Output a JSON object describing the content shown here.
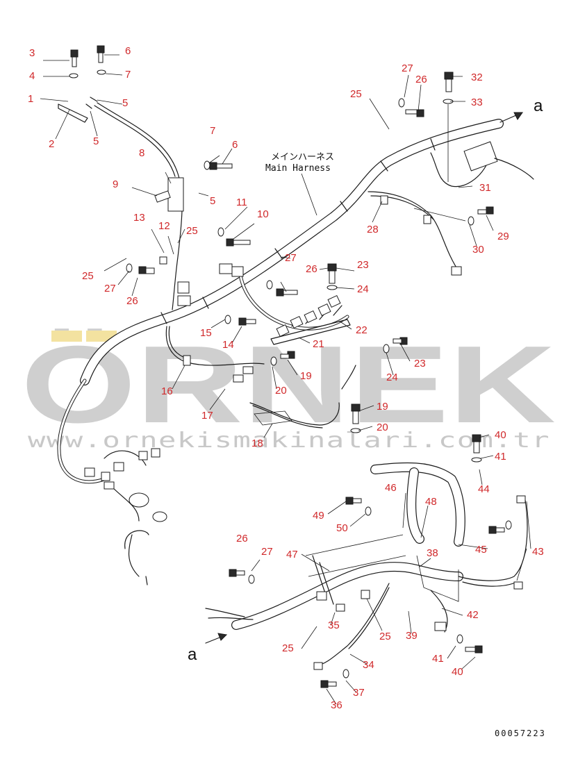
{
  "harness_label": {
    "japanese": "メインハーネス",
    "english": "Main Harness"
  },
  "arrow_labels": [
    "a",
    "a"
  ],
  "document_number": "00057223",
  "watermark": {
    "brand": "ÖRNEK",
    "url": "www.ornekismakinalari.com.tr"
  },
  "colors": {
    "callout": "#d0282a",
    "line": "#1a1a1a",
    "watermark": "#cfcfcf",
    "watermark_accent": "#f3e2a0"
  },
  "callouts": [
    "3",
    "6",
    "4",
    "7",
    "1",
    "5",
    "2",
    "5",
    "7",
    "6",
    "8",
    "9",
    "5",
    "11",
    "10",
    "13",
    "12",
    "25",
    "27",
    "26",
    "25",
    "27",
    "26",
    "15",
    "14",
    "23",
    "24",
    "22",
    "21",
    "23",
    "24",
    "16",
    "20",
    "19",
    "17",
    "18",
    "19",
    "20",
    "27",
    "26",
    "25",
    "32",
    "33",
    "31",
    "28",
    "29",
    "30",
    "40",
    "41",
    "44",
    "46",
    "48",
    "49",
    "50",
    "43",
    "45",
    "26",
    "27",
    "47",
    "38",
    "42",
    "35",
    "25",
    "25",
    "39",
    "34",
    "41",
    "40",
    "37",
    "36"
  ]
}
